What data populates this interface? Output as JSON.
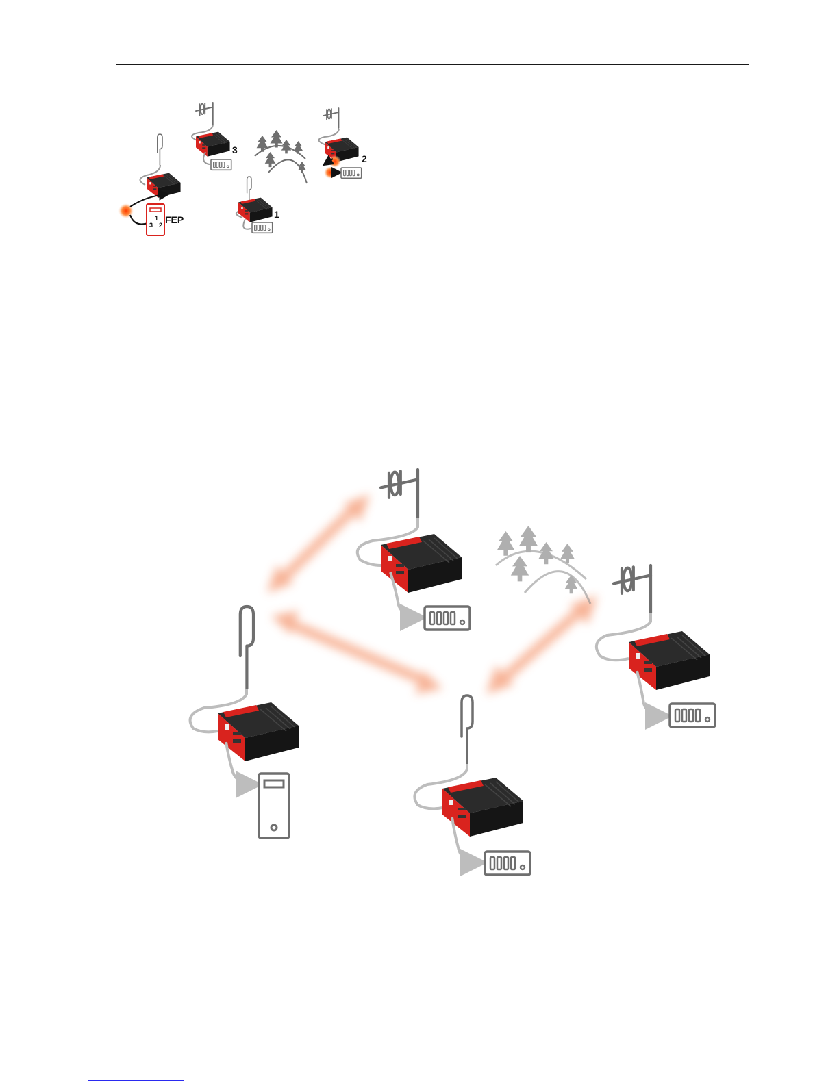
{
  "colors": {
    "device_red": "#d9231e",
    "device_black": "#1c1c1c",
    "cable_gray": "#bdbdbd",
    "icon_gray": "#6f6f6f",
    "link_orange": "#f6a684",
    "glow": "#ff5a1e"
  },
  "overview": {
    "fep_label": "FEP",
    "station_labels": [
      "3",
      "2",
      "1"
    ],
    "fep_digits": [
      "3",
      "1",
      "2"
    ]
  },
  "icons": [
    "yagi-antenna-icon",
    "whip-antenna-icon",
    "modem-device-icon",
    "rtu-terminal-icon",
    "server-tower-icon",
    "forest-hills-icon"
  ]
}
